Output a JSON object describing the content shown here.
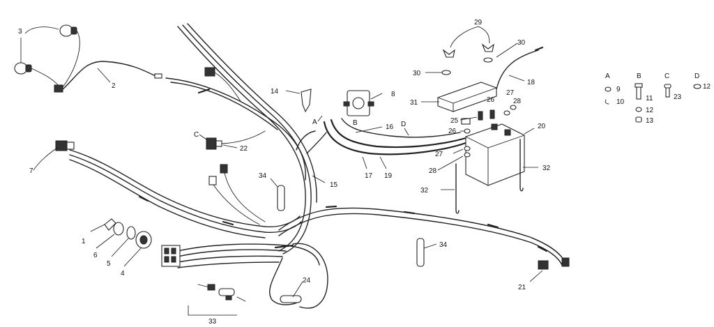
{
  "callouts": [
    {
      "id": "c1",
      "text": "1"
    },
    {
      "id": "c2",
      "text": "2"
    },
    {
      "id": "c3",
      "text": "3"
    },
    {
      "id": "c4",
      "text": "4"
    },
    {
      "id": "c5",
      "text": "5"
    },
    {
      "id": "c6",
      "text": "6"
    },
    {
      "id": "c7",
      "text": "7"
    },
    {
      "id": "c8",
      "text": "8"
    },
    {
      "id": "c14",
      "text": "14"
    },
    {
      "id": "c15",
      "text": "15"
    },
    {
      "id": "c16",
      "text": "16"
    },
    {
      "id": "c17",
      "text": "17"
    },
    {
      "id": "c18",
      "text": "18"
    },
    {
      "id": "c19",
      "text": "19"
    },
    {
      "id": "c20",
      "text": "20"
    },
    {
      "id": "c21",
      "text": "21"
    },
    {
      "id": "c22",
      "text": "22"
    },
    {
      "id": "c24",
      "text": "24"
    },
    {
      "id": "c25",
      "text": "25"
    },
    {
      "id": "c26a",
      "text": "26"
    },
    {
      "id": "c26b",
      "text": "26"
    },
    {
      "id": "c27a",
      "text": "27"
    },
    {
      "id": "c27b",
      "text": "27"
    },
    {
      "id": "c28a",
      "text": "28"
    },
    {
      "id": "c28b",
      "text": "28"
    },
    {
      "id": "c29",
      "text": "29"
    },
    {
      "id": "c30a",
      "text": "30"
    },
    {
      "id": "c30b",
      "text": "30"
    },
    {
      "id": "c31",
      "text": "31"
    },
    {
      "id": "c32a",
      "text": "32"
    },
    {
      "id": "c32b",
      "text": "32"
    },
    {
      "id": "c33",
      "text": "33"
    },
    {
      "id": "c34a",
      "text": "34"
    },
    {
      "id": "c34b",
      "text": "34"
    }
  ],
  "connection_markers": [
    {
      "id": "mA",
      "text": "A"
    },
    {
      "id": "mB",
      "text": "B"
    },
    {
      "id": "mC",
      "text": "C"
    },
    {
      "id": "mD",
      "text": "D"
    }
  ],
  "legend": {
    "columns": [
      {
        "header": "A",
        "items": [
          {
            "text": "9"
          },
          {
            "text": "10"
          }
        ]
      },
      {
        "header": "B",
        "items": [
          {
            "text": "11"
          },
          {
            "text": "12"
          },
          {
            "text": "13"
          }
        ]
      },
      {
        "header": "C",
        "items": [
          {
            "text": "23"
          }
        ]
      },
      {
        "header": "D",
        "items": [
          {
            "text": "12"
          }
        ]
      }
    ]
  }
}
